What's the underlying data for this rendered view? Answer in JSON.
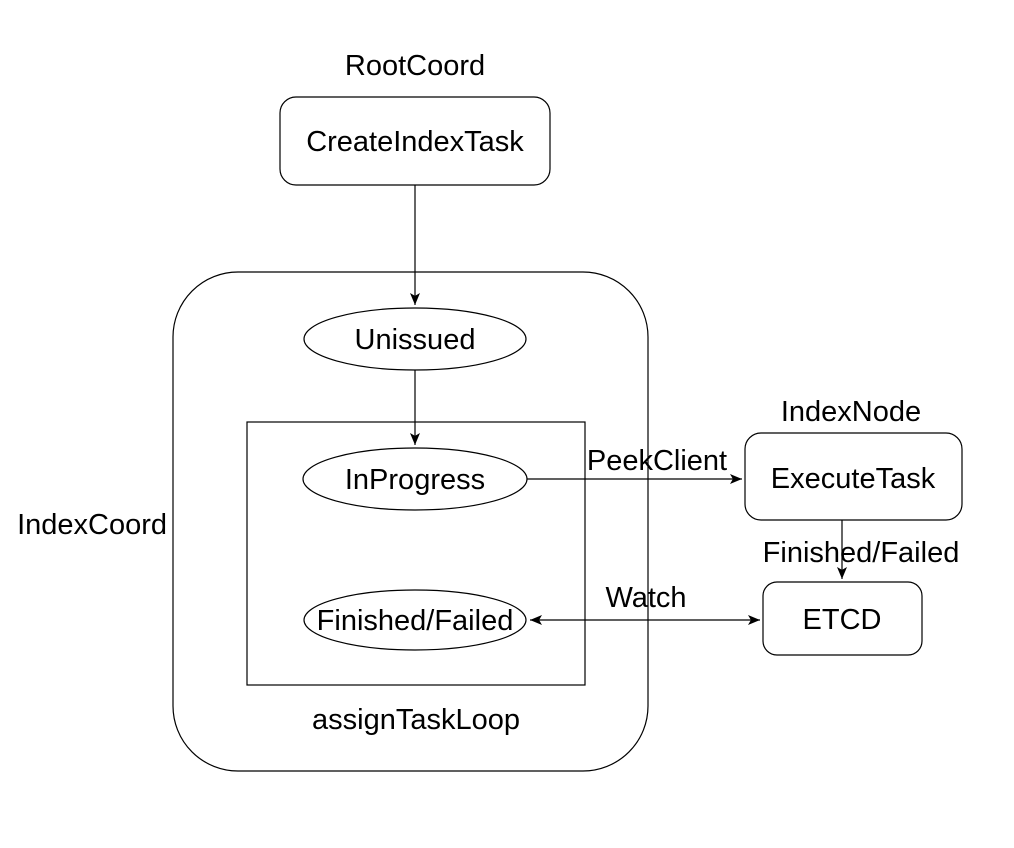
{
  "groups": {
    "root_coord": {
      "label": "RootCoord"
    },
    "index_coord": {
      "label": "IndexCoord"
    },
    "index_node": {
      "label": "IndexNode"
    },
    "assign_task_loop": {
      "label": "assignTaskLoop"
    }
  },
  "nodes": {
    "create_index_task": {
      "label": "CreateIndexTask",
      "shape": "rounded-rect",
      "group": "RootCoord"
    },
    "unissued": {
      "label": "Unissued",
      "shape": "ellipse",
      "group": "IndexCoord"
    },
    "in_progress": {
      "label": "InProgress",
      "shape": "ellipse",
      "group": "assignTaskLoop"
    },
    "finished_failed": {
      "label": "Finished/Failed",
      "shape": "ellipse",
      "group": "assignTaskLoop"
    },
    "execute_task": {
      "label": "ExecuteTask",
      "shape": "rounded-rect",
      "group": "IndexNode"
    },
    "etcd": {
      "label": "ETCD",
      "shape": "rounded-rect",
      "group": ""
    }
  },
  "edges": [
    {
      "from": "create_index_task",
      "to": "unissued",
      "label": "",
      "direction": "forward"
    },
    {
      "from": "unissued",
      "to": "in_progress",
      "label": "",
      "direction": "forward"
    },
    {
      "from": "in_progress",
      "to": "execute_task",
      "label": "PeekClient",
      "direction": "forward"
    },
    {
      "from": "execute_task",
      "to": "etcd",
      "label": "Finished/Failed",
      "direction": "forward"
    },
    {
      "from": "etcd",
      "to": "finished_failed",
      "label": "Watch",
      "direction": "bidirectional"
    }
  ],
  "colors": {
    "stroke": "#000000",
    "text": "#000000",
    "background": "#ffffff"
  }
}
